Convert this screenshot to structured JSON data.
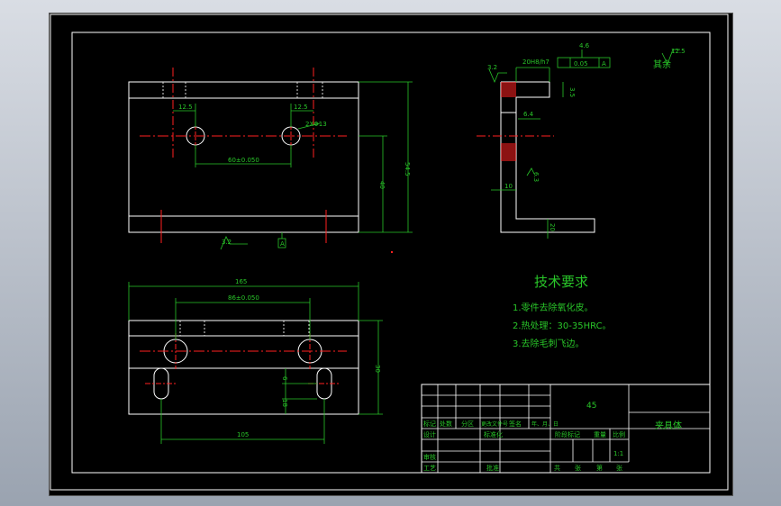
{
  "colors": {
    "background": "#000000",
    "outline": "#ffffff",
    "dimension": "#29c629",
    "centerline": "#ff2020",
    "hidden": "#e0e0e0"
  },
  "surface_finish": {
    "value": "12.5",
    "label": "其余"
  },
  "front_view": {
    "dim_left_hole": "12.5",
    "dim_right_hole": "12.5",
    "hole_callout": "2XΦ13",
    "hole_spacing": "60±0.050",
    "height_overall": "54.5",
    "height_inner": "40",
    "roughness_bottom": "3.2",
    "datum_label": "A"
  },
  "side_view": {
    "top_width": "20H8/h7",
    "position_tol_value": "0.05",
    "position_tol_datum": "A",
    "position_tol_top": "4.6",
    "roughness_left": "3.2",
    "dim_step": "3.5",
    "dim_lip": "6.4",
    "roughness_lower": "6.3",
    "dim_bottom": "10",
    "dim_foot": "20"
  },
  "top_view": {
    "width_overall": "165",
    "hole_spacing": "86±0.050",
    "slot_spacing": "105",
    "depth_right": "30",
    "dim_slot_a": "6",
    "dim_slot_b": "18"
  },
  "tech_requirements": {
    "title": "技术要求",
    "items": [
      "1.零件去除氧化皮。",
      "2.热处理：30-35HRC。",
      "3.去除毛刺飞边。"
    ]
  },
  "title_block": {
    "material": "45",
    "part_name": "夹具体",
    "row_labels": [
      "标记",
      "处数",
      "分区",
      "更改文件号",
      "签名",
      "年、月、日"
    ],
    "design": "设计",
    "standardization": "标准化",
    "check": "审核",
    "process": "工艺",
    "approve": "批准",
    "stage_label": "阶段标记",
    "weight_label": "重量",
    "scale_label": "比例",
    "scale_value": "1:1",
    "sheet_total": "共",
    "sheet_label": "张",
    "sheet_num": "第",
    "sheet_label2": "张"
  }
}
